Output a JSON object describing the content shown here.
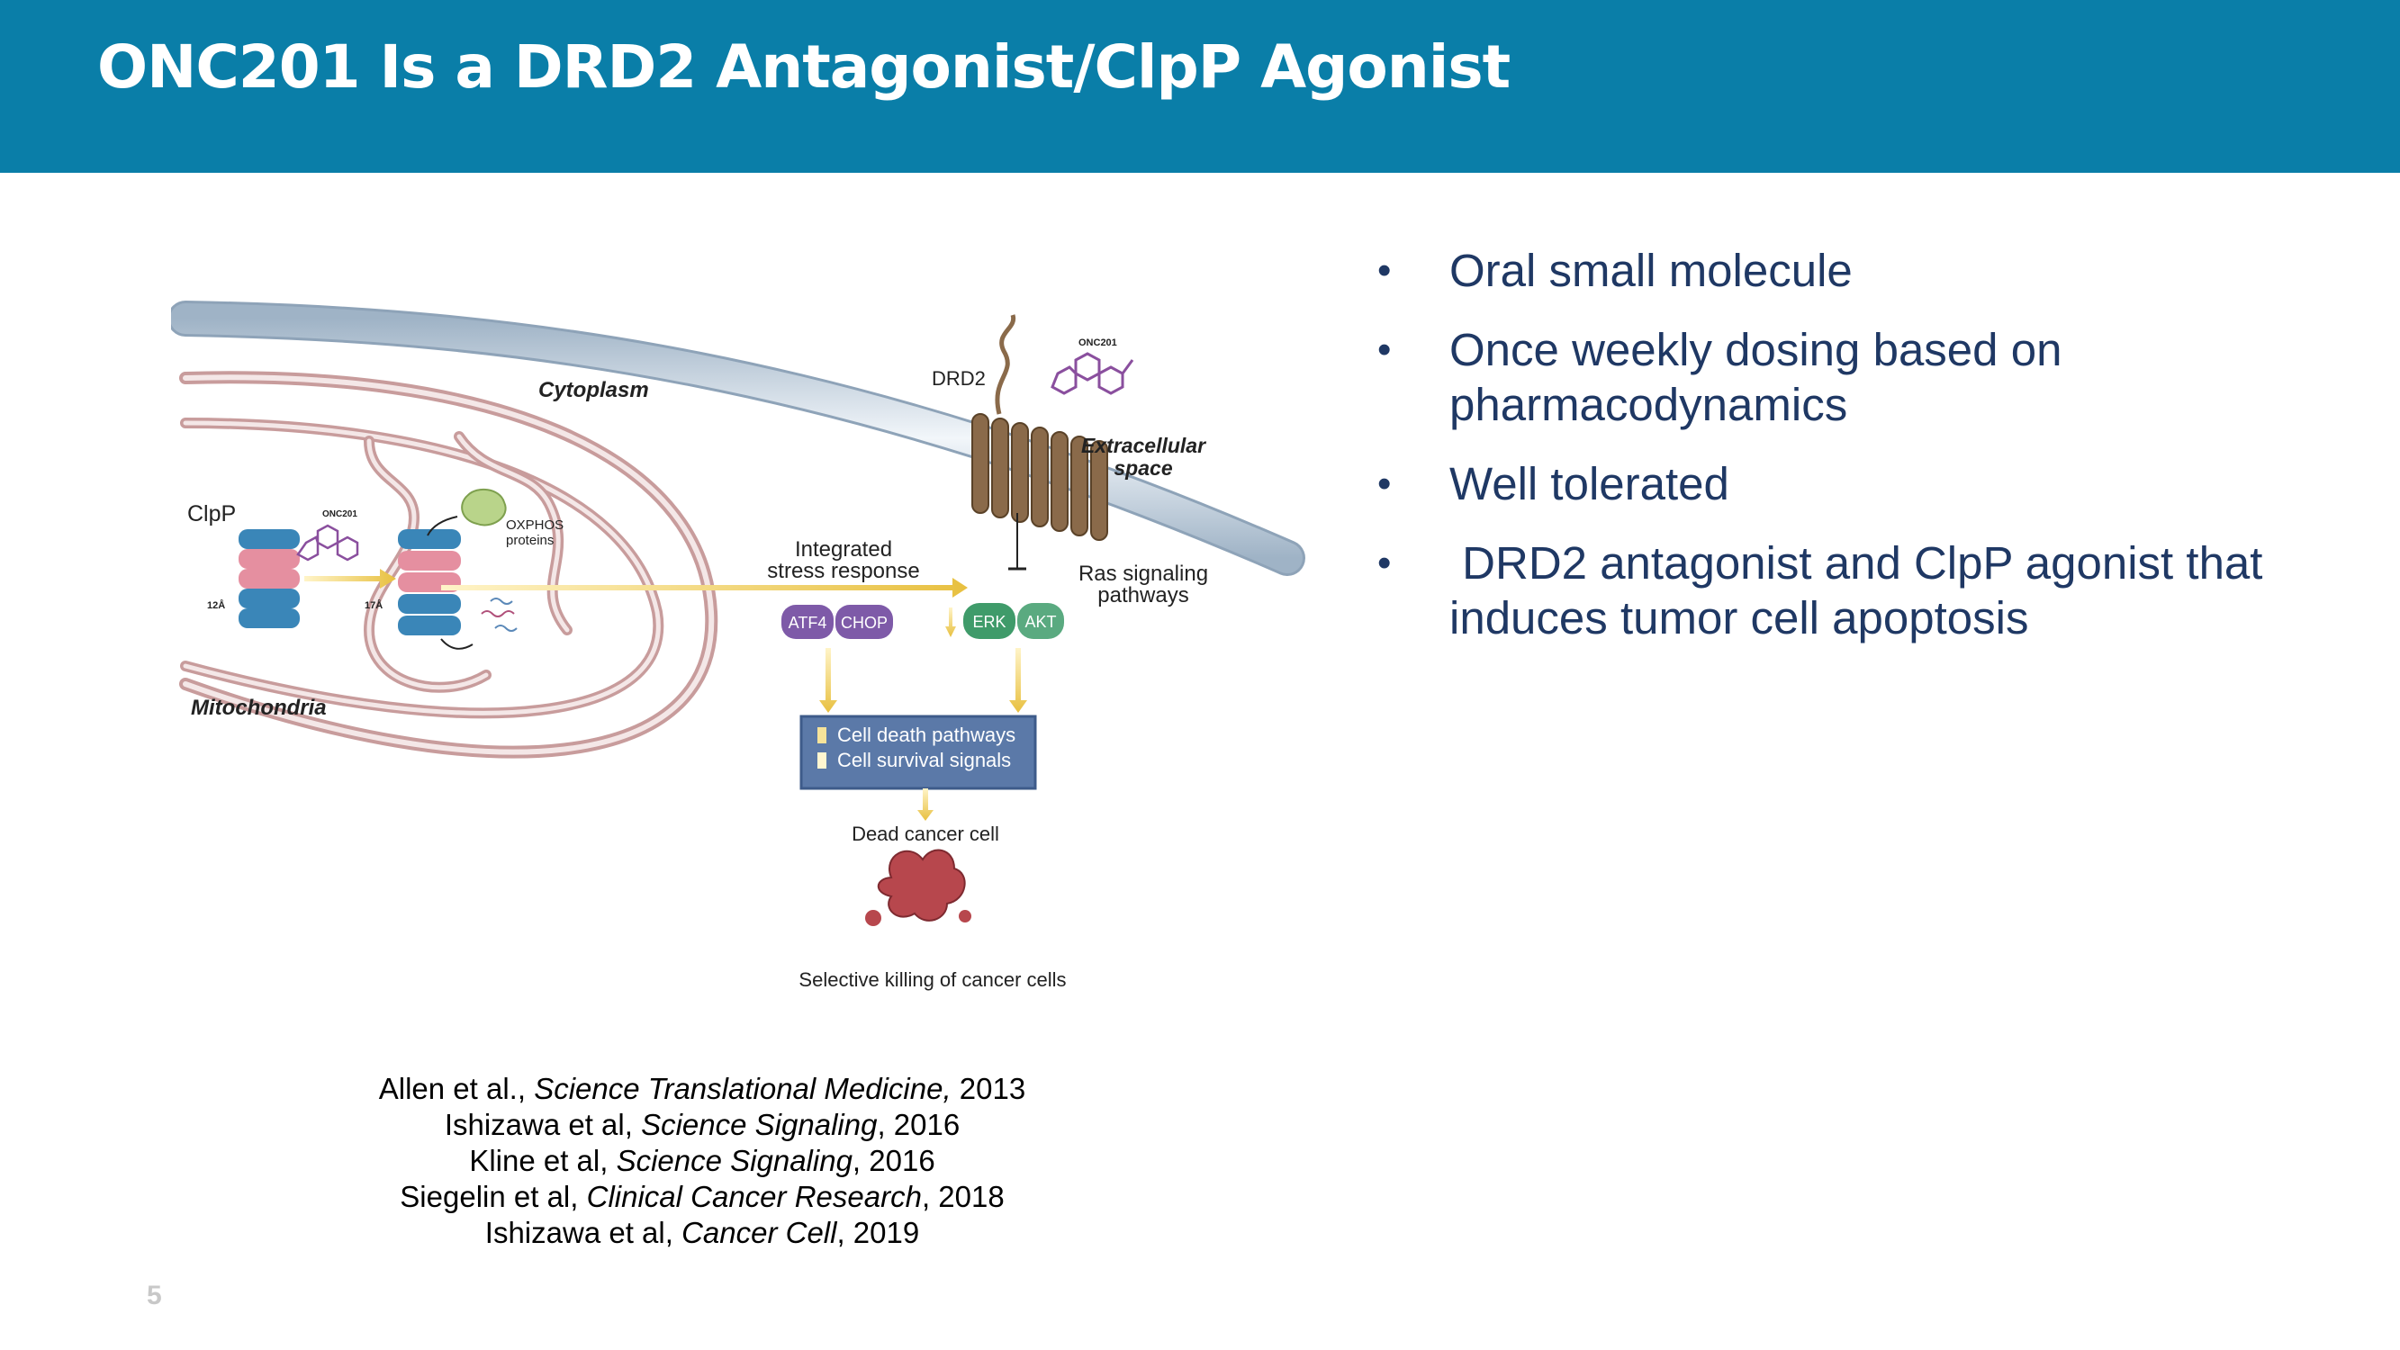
{
  "header": {
    "title": "ONC201 Is a DRD2 Antagonist/ClpP Agonist"
  },
  "bullets": [
    "Oral small molecule",
    "Once weekly dosing based on pharmacodynamics",
    "Well tolerated",
    " DRD2 antagonist and ClpP agonist that induces tumor cell apoptosis"
  ],
  "diagram": {
    "cytoplasm": "Cytoplasm",
    "drd2": "DRD2",
    "onc201": "ONC201",
    "extracellular": [
      "Extracellular",
      "space"
    ],
    "clpp": "ClpP",
    "oxphos": [
      "OXPHOS",
      "proteins"
    ],
    "dist1": "12Å",
    "dist2": "17Å",
    "mitochondria": "Mitochondria",
    "isr": [
      "Integrated",
      "stress response"
    ],
    "ras": [
      "Ras signaling",
      "pathways"
    ],
    "atf4": "ATF4",
    "chop": "CHOP",
    "erk": "ERK",
    "akt": "AKT",
    "box": [
      "Cell death pathways",
      "Cell survival signals"
    ],
    "dead": "Dead cancer cell",
    "selective": "Selective killing of cancer cells",
    "colors": {
      "membrane": "#c9d5e0",
      "mito": "#c89c9c",
      "receptor": "#8a6a4a",
      "clpp_blue": "#3a86b8",
      "clpp_pink": "#e58fa0",
      "purple": "#7e5aa8",
      "green": "#3f9b6a",
      "box": "#5b79a8",
      "cell": "#b7474d"
    }
  },
  "references": [
    {
      "pre": "Allen et al., ",
      "journal": "Science Translational Medicine,",
      "post": " 2013"
    },
    {
      "pre": "Ishizawa et al, ",
      "journal": "Science Signaling",
      "post": ", 2016"
    },
    {
      "pre": "Kline et al, ",
      "journal": "Science Signaling",
      "post": ", 2016"
    },
    {
      "pre": "Siegelin et al, ",
      "journal": "Clinical Cancer Research",
      "post": ", 2018"
    },
    {
      "pre": "Ishizawa et al, ",
      "journal": "Cancer Cell",
      "post": ", 2019"
    }
  ],
  "page_number": "5"
}
